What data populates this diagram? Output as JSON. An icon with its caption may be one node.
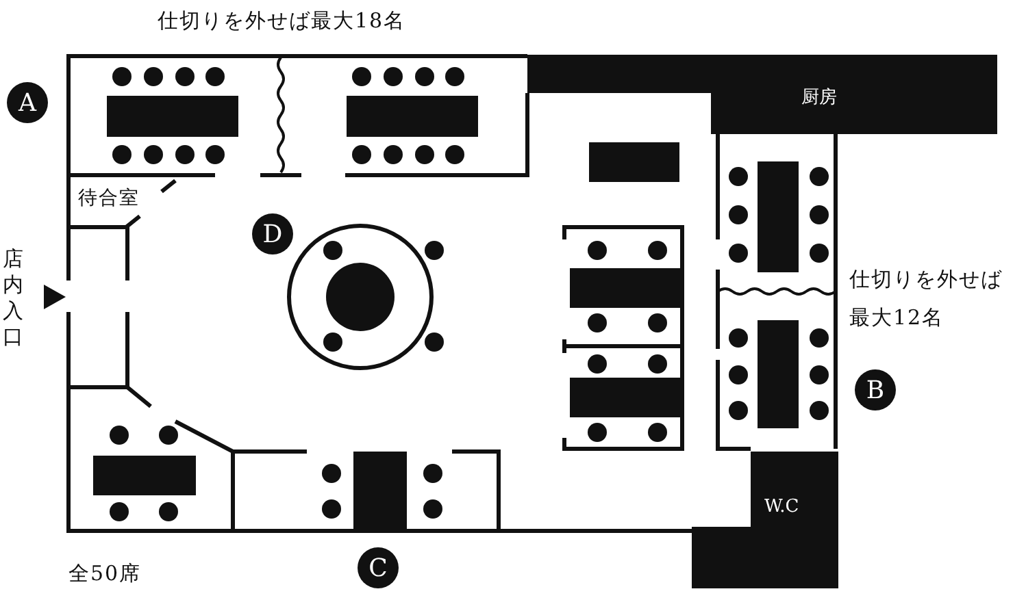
{
  "diagram": {
    "nodes": [
      {
        "text": [
          "A"
        ]
      },
      {
        "text": [
          "厨房"
        ]
      },
      {
        "text": [
          "D"
        ]
      },
      {
        "text": [
          "B"
        ]
      },
      {
        "text": [
          "W.C"
        ]
      },
      {
        "text": [
          "C"
        ]
      }
    ],
    "labels": [
      "仕切りを外せば最大18名",
      "待合室",
      "仕切りを外せば最大12名",
      "店内入口",
      "全50席"
    ]
  }
}
